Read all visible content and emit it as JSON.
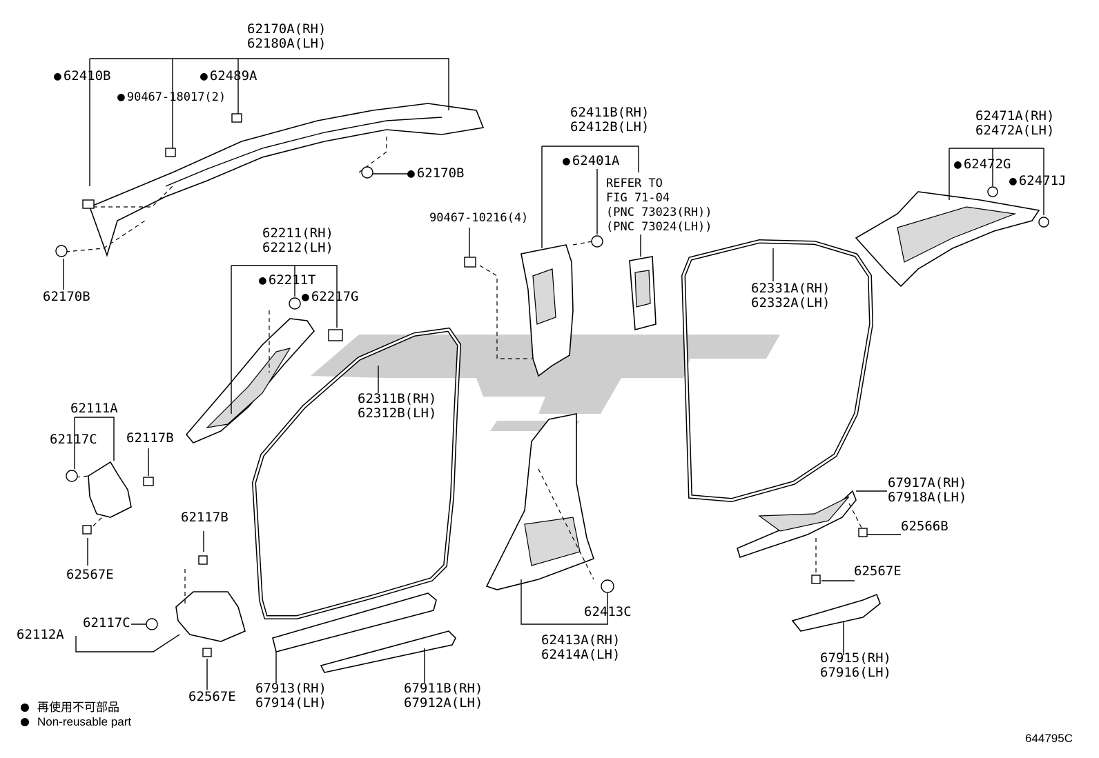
{
  "labels": {
    "p62170A": "62170A(RH)\n62180A(LH)",
    "p62410B": "62410B",
    "p62489A": "62489A",
    "p90467_18017": "90467-18017(2)",
    "p62170B_top": "62170B",
    "p62170B_left": "62170B",
    "p62211": "62211(RH)\n62212(LH)",
    "p62211T": "62211T",
    "p62217G": "62217G",
    "p62111A": "62111A",
    "p62117C_a": "62117C",
    "p62117B_a": "62117B",
    "p62567E_a": "62567E",
    "p62117B_b": "62117B",
    "p62112A": "62112A",
    "p62117C_b": "62117C",
    "p62567E_b": "62567E",
    "p90467_10216": "90467-10216(4)",
    "p62411B": "62411B(RH)\n62412B(LH)",
    "p62401A": "62401A",
    "refer": "REFER TO\nFIG 71-04\n(PNC 73023(RH))\n(PNC 73024(LH))",
    "p62311B": "62311B(RH)\n62312B(LH)",
    "p62413A": "62413A(RH)\n62414A(LH)",
    "p62413C": "62413C",
    "p67913": "67913(RH)\n67914(LH)",
    "p67911B": "67911B(RH)\n67912A(LH)",
    "p62471A": "62471A(RH)\n62472A(LH)",
    "p62472G": "62472G",
    "p62471J": "62471J",
    "p62331A": "62331A(RH)\n62332A(LH)",
    "p67917A": "67917A(RH)\n67918A(LH)",
    "p62566B": "62566B",
    "p62567E_c": "62567E",
    "p67915": "67915(RH)\n67916(LH)"
  },
  "legend": {
    "jp": "再使用不可部品",
    "en": "Non-reusable part"
  },
  "figure_number": "644795C",
  "colors": {
    "ink": "#000000",
    "watermark": "#bdbdbd",
    "panel_shade": "#d9d9d9"
  }
}
